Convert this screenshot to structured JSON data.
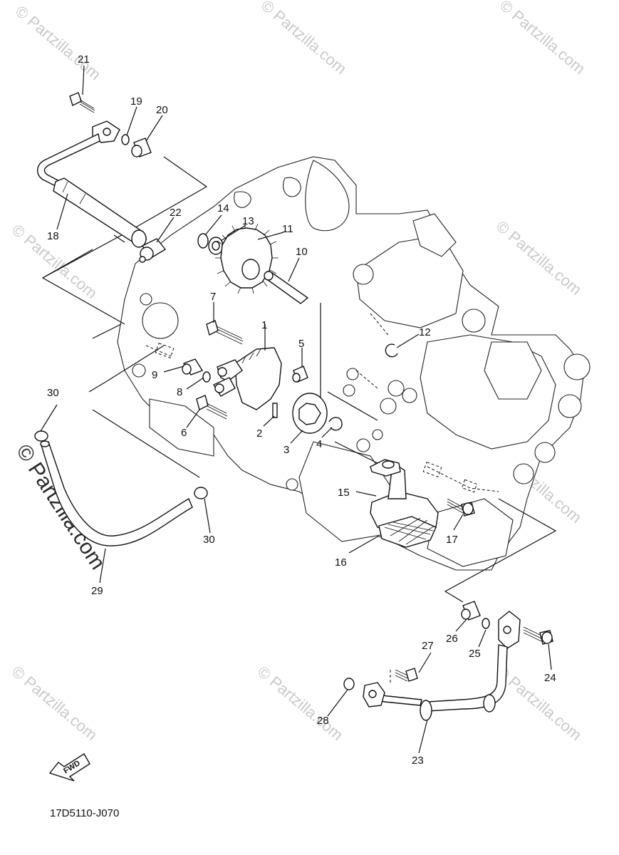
{
  "watermark": {
    "repeat_text": "© Partzilla.com",
    "main_text": "© Partzilla.com"
  },
  "diagram_code": "17D5110-J070",
  "fwd_label": "FWD",
  "callouts": {
    "c1": "1",
    "c2": "2",
    "c3": "3",
    "c4": "4",
    "c5": "5",
    "c6": "6",
    "c7": "7",
    "c8": "8",
    "c9": "9",
    "c10": "10",
    "c11": "11",
    "c12": "12",
    "c13": "13",
    "c14": "14",
    "c15": "15",
    "c16": "16",
    "c17": "17",
    "c18": "18",
    "c19": "19",
    "c20": "20",
    "c21": "21",
    "c22": "22",
    "c23": "23",
    "c24": "24",
    "c25": "25",
    "c26": "26",
    "c27": "27",
    "c28": "28",
    "c29": "29",
    "c30a": "30",
    "c30b": "30"
  }
}
